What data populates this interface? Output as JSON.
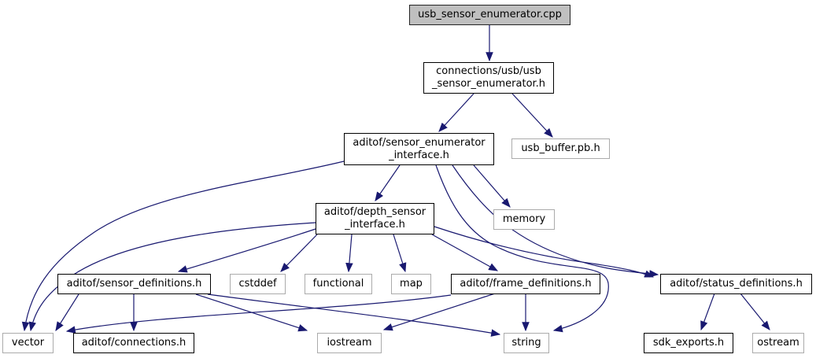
{
  "diagram": {
    "kind": "include-dependency-graph",
    "root_file": "usb_sensor_enumerator.cpp",
    "colors": {
      "background": "#ffffff",
      "edge": "#191970",
      "node_fill": "#ffffff",
      "root_fill": "#bfbfbf",
      "border_internal": "#000000",
      "border_external": "#ababab",
      "text": "#000000"
    },
    "nodes": [
      {
        "id": "cpp",
        "kind": "root",
        "label": [
          "usb_sensor_enumerator.cpp"
        ]
      },
      {
        "id": "usb_h",
        "kind": "internal",
        "label": [
          "connections/usb/usb",
          "_sensor_enumerator.h"
        ]
      },
      {
        "id": "enum_iface",
        "kind": "internal",
        "label": [
          "aditof/sensor_enumerator",
          "_interface.h"
        ]
      },
      {
        "id": "usb_buffer",
        "kind": "external",
        "label": [
          "usb_buffer.pb.h"
        ]
      },
      {
        "id": "depth_iface",
        "kind": "internal",
        "label": [
          "aditof/depth_sensor",
          "_interface.h"
        ]
      },
      {
        "id": "memory",
        "kind": "external",
        "label": [
          "memory"
        ]
      },
      {
        "id": "sensor_defs",
        "kind": "internal",
        "label": [
          "aditof/sensor_definitions.h"
        ]
      },
      {
        "id": "cstddef",
        "kind": "external",
        "label": [
          "cstddef"
        ]
      },
      {
        "id": "functional",
        "kind": "external",
        "label": [
          "functional"
        ]
      },
      {
        "id": "map",
        "kind": "external",
        "label": [
          "map"
        ]
      },
      {
        "id": "frame_defs",
        "kind": "internal",
        "label": [
          "aditof/frame_definitions.h"
        ]
      },
      {
        "id": "status_defs",
        "kind": "internal",
        "label": [
          "aditof/status_definitions.h"
        ]
      },
      {
        "id": "vector",
        "kind": "external",
        "label": [
          "vector"
        ]
      },
      {
        "id": "connections",
        "kind": "internal",
        "label": [
          "aditof/connections.h"
        ]
      },
      {
        "id": "iostream",
        "kind": "external",
        "label": [
          "iostream"
        ]
      },
      {
        "id": "string",
        "kind": "external",
        "label": [
          "string"
        ]
      },
      {
        "id": "sdk_exports",
        "kind": "internal",
        "label": [
          "sdk_exports.h"
        ]
      },
      {
        "id": "ostream",
        "kind": "external",
        "label": [
          "ostream"
        ]
      }
    ],
    "edges": [
      {
        "from": "cpp",
        "to": "usb_h"
      },
      {
        "from": "usb_h",
        "to": "enum_iface"
      },
      {
        "from": "usb_h",
        "to": "usb_buffer"
      },
      {
        "from": "enum_iface",
        "to": "depth_iface"
      },
      {
        "from": "enum_iface",
        "to": "memory"
      },
      {
        "from": "enum_iface",
        "to": "status_defs"
      },
      {
        "from": "enum_iface",
        "to": "vector"
      },
      {
        "from": "enum_iface",
        "to": "string"
      },
      {
        "from": "depth_iface",
        "to": "sensor_defs"
      },
      {
        "from": "depth_iface",
        "to": "cstddef"
      },
      {
        "from": "depth_iface",
        "to": "functional"
      },
      {
        "from": "depth_iface",
        "to": "map"
      },
      {
        "from": "depth_iface",
        "to": "frame_defs"
      },
      {
        "from": "depth_iface",
        "to": "status_defs"
      },
      {
        "from": "depth_iface",
        "to": "vector"
      },
      {
        "from": "sensor_defs",
        "to": "vector"
      },
      {
        "from": "sensor_defs",
        "to": "connections"
      },
      {
        "from": "sensor_defs",
        "to": "iostream"
      },
      {
        "from": "sensor_defs",
        "to": "string"
      },
      {
        "from": "frame_defs",
        "to": "vector"
      },
      {
        "from": "frame_defs",
        "to": "iostream"
      },
      {
        "from": "frame_defs",
        "to": "string"
      },
      {
        "from": "status_defs",
        "to": "sdk_exports"
      },
      {
        "from": "status_defs",
        "to": "ostream"
      }
    ]
  }
}
